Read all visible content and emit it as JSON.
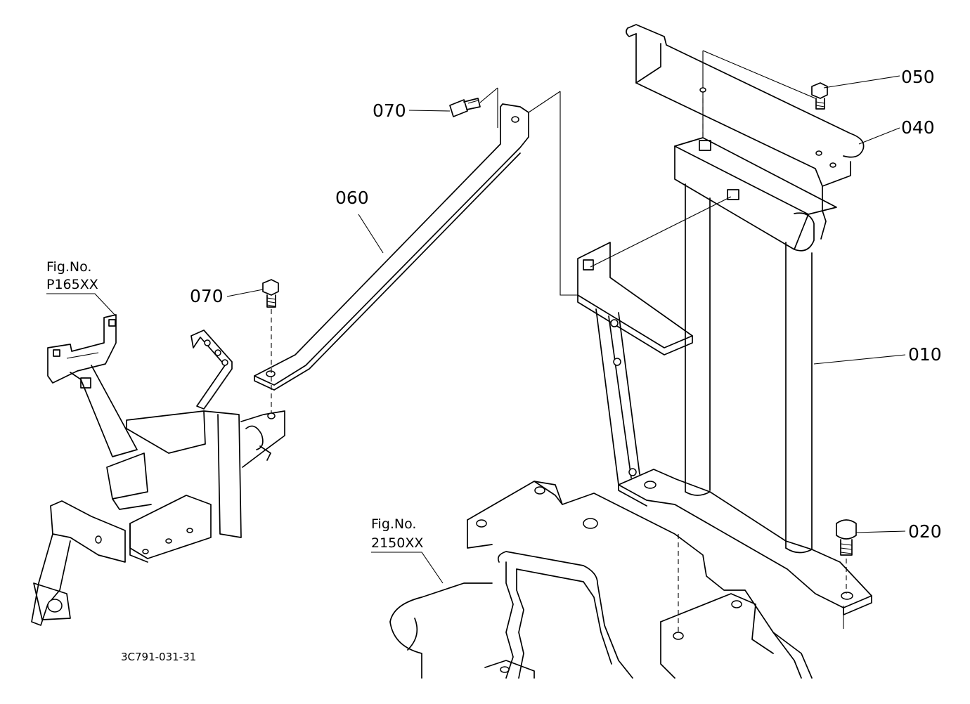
{
  "diagram": {
    "callouts": {
      "c050": "050",
      "c040": "040",
      "c070_top": "070",
      "c060": "060",
      "c070_mid": "070",
      "c010": "010",
      "c020": "020"
    },
    "figure_refs": {
      "ref1_line1": "Fig.No.",
      "ref1_line2": "P165XX",
      "ref2_line1": "Fig.No.",
      "ref2_line2": "2150XX"
    },
    "drawing_code": "3C791-031-31"
  }
}
